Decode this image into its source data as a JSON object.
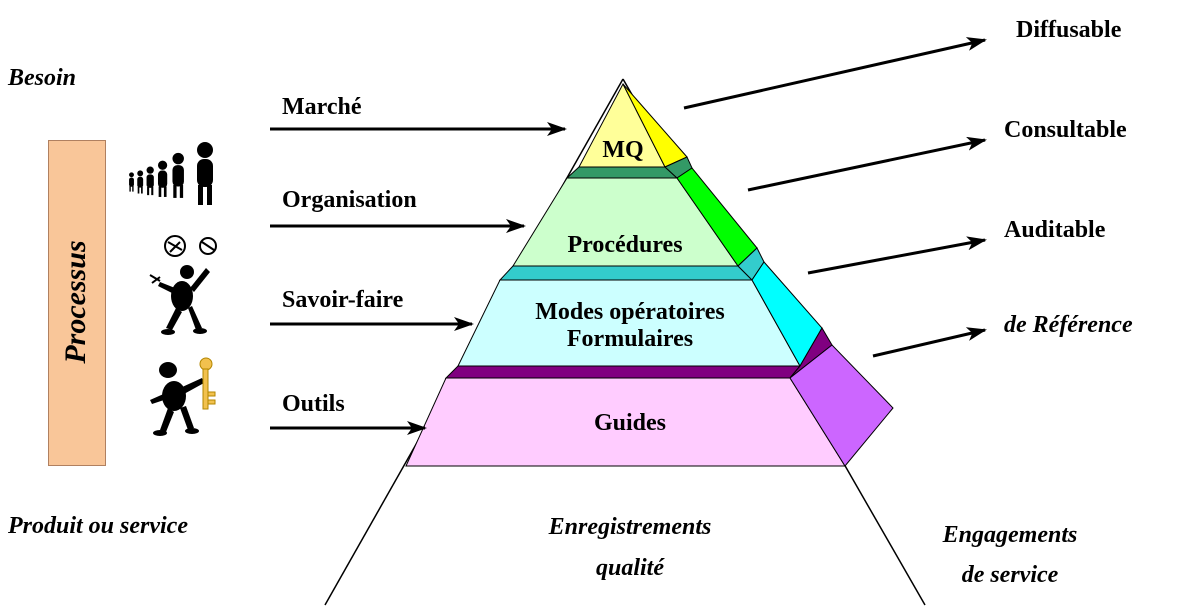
{
  "left_side": {
    "need_label": "Besoin",
    "process_label": "Processus",
    "result_label": "Produit ou service"
  },
  "inputs": [
    {
      "label": "Marché",
      "figure": "people-queue-icon"
    },
    {
      "label": "Organisation",
      "figure": "juggler-icon"
    },
    {
      "label": "Savoir-faire",
      "figure": "key-holder-icon"
    },
    {
      "label": "Outils",
      "figure": ""
    }
  ],
  "pyramid_levels": [
    {
      "label": "MQ",
      "color": "#ffff99"
    },
    {
      "label": "Procédures",
      "color": "#ccffcc"
    },
    {
      "label_line1": "Modes opératoires",
      "label_line2": "Formulaires",
      "color": "#ccffff"
    },
    {
      "label": "Guides",
      "color": "#ffccff"
    }
  ],
  "side_colors": [
    "#ffff00",
    "#00ff00",
    "#00ffff",
    "#cc66ff"
  ],
  "base": {
    "records_line1": "Enregistrements",
    "records_line2": "qualité",
    "commitment_line1": "Engagements",
    "commitment_line2": "de service"
  },
  "outputs": [
    "Diffusable",
    "Consultable",
    "Auditable",
    "de Référence"
  ]
}
